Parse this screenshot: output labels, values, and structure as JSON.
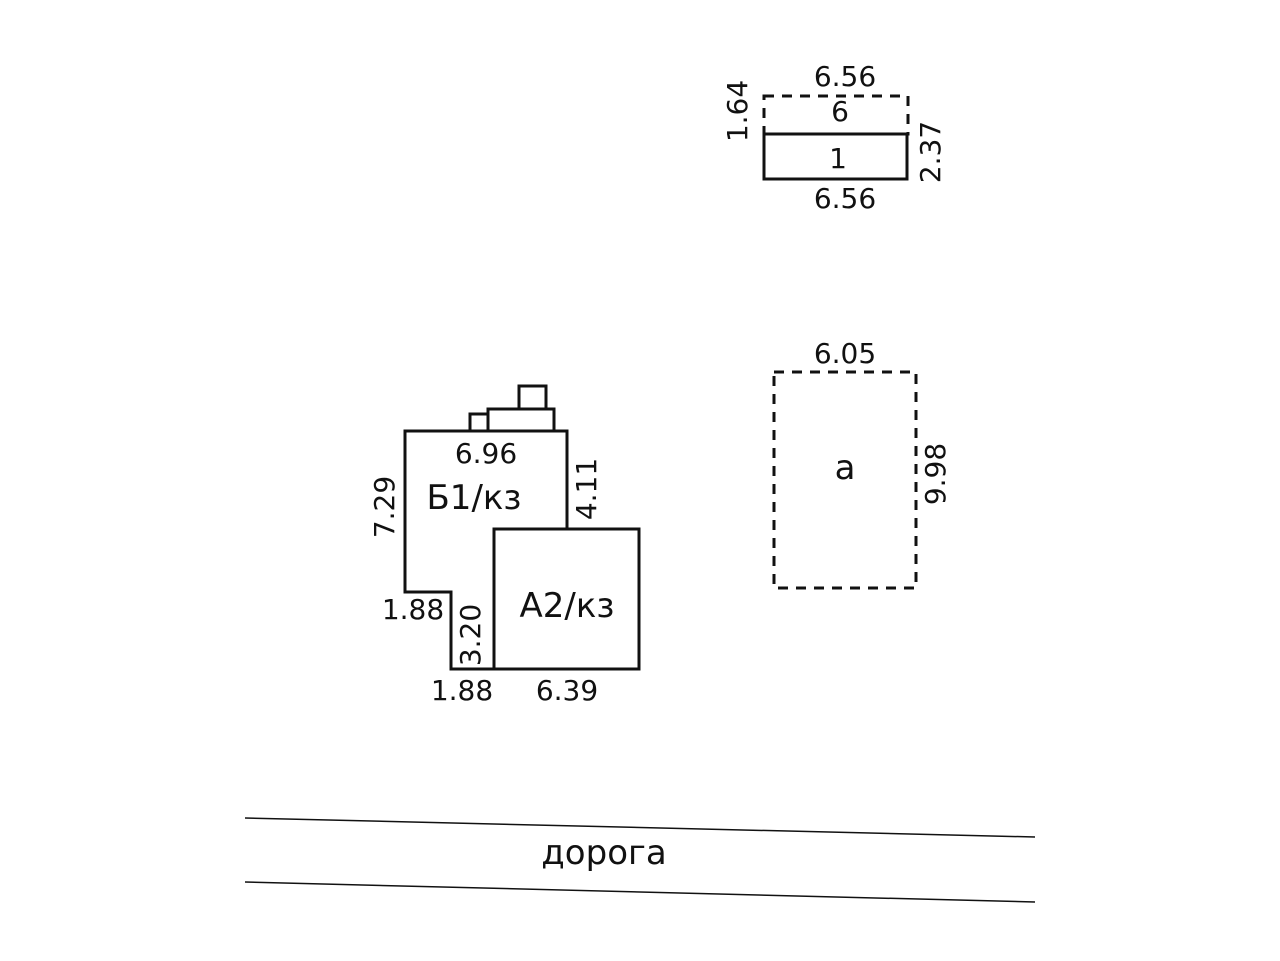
{
  "shed_1": {
    "label": "1",
    "top_dashed_length": "6.56",
    "top_dashed_inner": "6",
    "left_dashed_height": "1.64",
    "right_height": "2.37",
    "bottom_length": "6.56"
  },
  "building_b1": {
    "label": "Б1/кз",
    "top_length": "6.96",
    "left_height": "7.29",
    "right_height": "4.11",
    "step_top": "1.88",
    "step_height": "3.20",
    "step_bottom": "1.88"
  },
  "building_a2": {
    "label": "А2/кз",
    "bottom_length": "6.39"
  },
  "structure_a": {
    "label": "а",
    "top_length": "6.05",
    "right_height": "9.98"
  },
  "road": {
    "label": "дорога"
  }
}
